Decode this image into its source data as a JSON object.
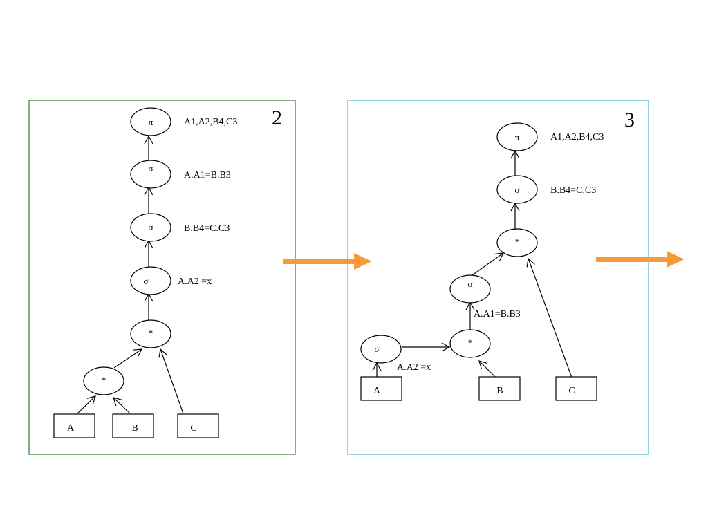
{
  "colors": {
    "panel2_border": "#2e7d2e",
    "panel3_border": "#4ab8c4",
    "arrow": "#f79a3c",
    "ink": "#000000"
  },
  "symbols": {
    "projection": "π",
    "selection": "σ",
    "product": "*"
  },
  "panel2": {
    "number": "2",
    "projection_attrs": "A1,A2,B4,C3",
    "cond_1": "A.A1=B.B3",
    "cond_2": "B.B4=C.C3",
    "cond_3": "A.A2 =x",
    "table_a": "A",
    "table_b": "B",
    "table_c": "C"
  },
  "panel3": {
    "number": "3",
    "projection_attrs": "A1,A2,B4,C3",
    "cond_top": "B.B4=C.C3",
    "cond_join": "A.A1=B.B3",
    "cond_a": "A.A2 =x",
    "table_a": "A",
    "table_b": "B",
    "table_c": "C"
  }
}
